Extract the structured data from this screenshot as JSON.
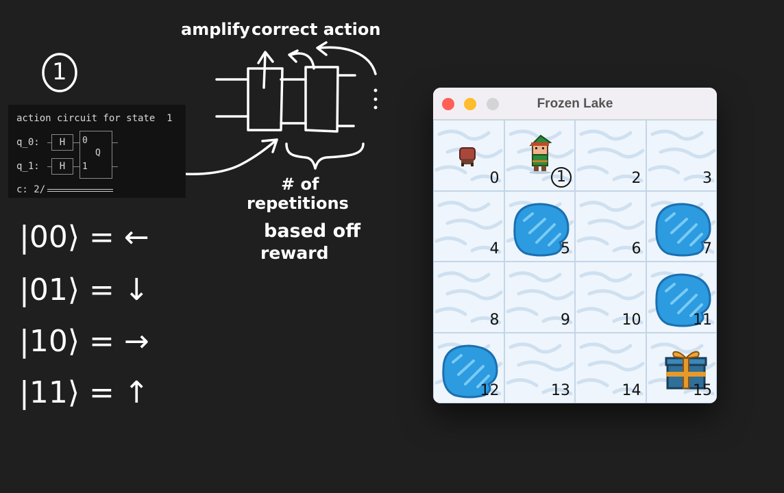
{
  "annotations": {
    "step_marker": "1",
    "amplify": "amplify",
    "correct_action": "correct action",
    "repetitions_line1": "# of",
    "repetitions_line2": "repetitions",
    "repetitions_line3": "based off",
    "repetitions_line4": "reward"
  },
  "circuit": {
    "title": "action circuit for state  1",
    "q0_label": "q_0:",
    "q1_label": "q_1:",
    "c_label": "c: 2/",
    "h_gate": "H",
    "q_gate": "Q",
    "q_in0": "0",
    "q_in1": "1"
  },
  "action_map": [
    {
      "ket": "|00⟩ = ←"
    },
    {
      "ket": "|01⟩ = ↓"
    },
    {
      "ket": "|10⟩ = →"
    },
    {
      "ket": "|11⟩ = ↑"
    }
  ],
  "window": {
    "title": "Frozen Lake",
    "traffic_lights": {
      "close": "#fe5f57",
      "minimize": "#febc2e",
      "zoom": "#d4d3d6"
    }
  },
  "board": {
    "cells": [
      {
        "label": "0",
        "type": "start"
      },
      {
        "label": "1",
        "type": "player",
        "circled": true
      },
      {
        "label": "2",
        "type": "ice"
      },
      {
        "label": "3",
        "type": "ice"
      },
      {
        "label": "4",
        "type": "ice"
      },
      {
        "label": "5",
        "type": "hole"
      },
      {
        "label": "6",
        "type": "ice"
      },
      {
        "label": "7",
        "type": "hole"
      },
      {
        "label": "8",
        "type": "ice"
      },
      {
        "label": "9",
        "type": "ice"
      },
      {
        "label": "10",
        "type": "ice"
      },
      {
        "label": "11",
        "type": "hole"
      },
      {
        "label": "12",
        "type": "hole"
      },
      {
        "label": "13",
        "type": "ice"
      },
      {
        "label": "14",
        "type": "ice"
      },
      {
        "label": "15",
        "type": "goal"
      }
    ]
  }
}
